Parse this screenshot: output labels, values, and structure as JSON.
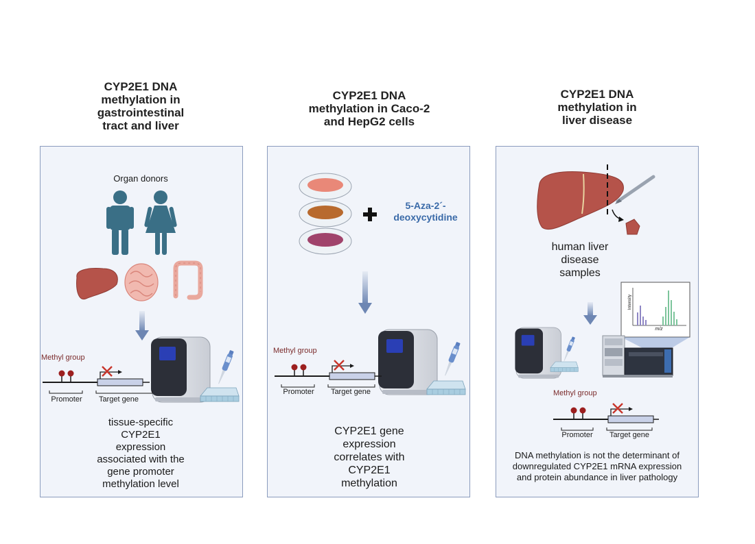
{
  "columns": [
    {
      "title": "CYP2E1 DNA\nmethylation in\ngastrointestinal\ntract and liver",
      "label": "Organ donors",
      "gene_diagram": {
        "methyl_label": "Methyl group",
        "promoter_label": "Promoter",
        "target_label": "Target gene"
      },
      "conclusion": "tissue-specific\nCYP2E1\nexpression\nassociated with the\ngene promoter\nmethylation level"
    },
    {
      "title": "CYP2E1 DNA\nmethylation in Caco-2\nand HepG2 cells",
      "treatment": "5-Aza-2´-\ndeoxycytidine",
      "gene_diagram": {
        "methyl_label": "Methyl group",
        "promoter_label": "Promoter",
        "target_label": "Target gene"
      },
      "conclusion": "CYP2E1 gene\nexpression\ncorrelates with\nCYP2E1\nmethylation"
    },
    {
      "title": "CYP2E1 DNA\nmethylation in\nliver disease",
      "label": "human liver\ndisease\nsamples",
      "spectrum": {
        "ylabel": "Intensity",
        "xlabel": "m/z"
      },
      "gene_diagram": {
        "methyl_label": "Methyl group",
        "promoter_label": "Promoter",
        "target_label": "Target gene"
      },
      "conclusion": "DNA methylation is not the determinant of\ndownregulated CYP2E1 mRNA expression\nand protein abundance in liver pathology"
    }
  ],
  "colors": {
    "panel_bg": "#f1f4fa",
    "panel_border": "#8a9bbd",
    "accent_blue": "#3a6aa8",
    "liver": "#b5534a",
    "methyl_red": "#9c1f1f",
    "cross_red": "#c8352b"
  },
  "icons": [
    "person-male-icon",
    "person-female-icon",
    "liver-icon",
    "small-intestine-icon",
    "colon-icon",
    "qpcr-machine-icon",
    "pipette-icon",
    "well-plate-icon",
    "petri-dish-icon",
    "plus-icon",
    "scalpel-icon",
    "tissue-sample-icon",
    "lc-ms-icon",
    "mass-spectrum-icon",
    "down-arrow-icon"
  ]
}
